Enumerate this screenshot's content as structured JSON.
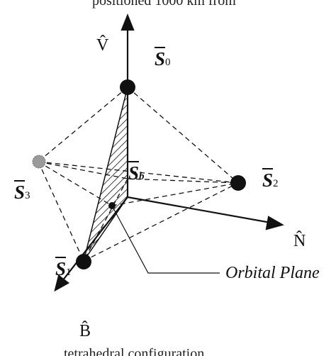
{
  "top_text_fragment": "positioned 1000 km from",
  "bottom_text_fragment": "tetrahedral configuration",
  "axes": {
    "v": "V̂",
    "n": "N̂",
    "b": "B̂"
  },
  "satellites": {
    "s0": {
      "symbol": "S",
      "sub": "0"
    },
    "s1": {
      "symbol": "S",
      "sub": "1"
    },
    "s2": {
      "symbol": "S",
      "sub": "2"
    },
    "s3": {
      "symbol": "S",
      "sub": "3"
    },
    "sb": {
      "symbol": "S",
      "sub": "b"
    }
  },
  "annotation": "Orbital Plane",
  "colors": {
    "ink": "#111111",
    "s3_fill": "#9a9a9a"
  }
}
